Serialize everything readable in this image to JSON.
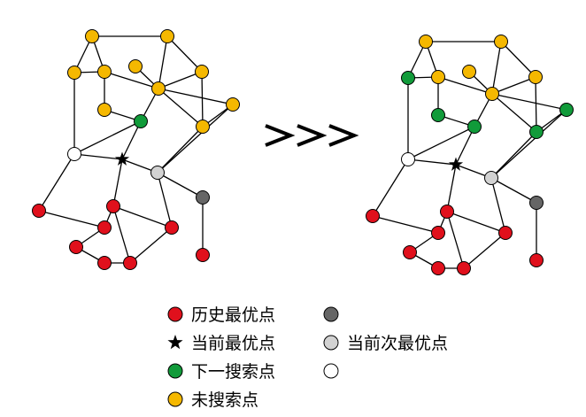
{
  "colors": {
    "history_best": "#e0101c",
    "next_search": "#119b3a",
    "unsearched": "#f5b800",
    "dark_gray": "#666666",
    "light_gray": "#d2d2d2",
    "white": "#ffffff",
    "star": "#000000"
  },
  "legend": {
    "history_best": "历史最优点",
    "current_best": "当前最优点",
    "next_search": "下一搜索点",
    "unsearched": "未搜索点",
    "dark_gray": "",
    "current_second_best": "当前次最优点",
    "white": ""
  },
  "arrow_icon": "triple-chevron-right-icon"
}
